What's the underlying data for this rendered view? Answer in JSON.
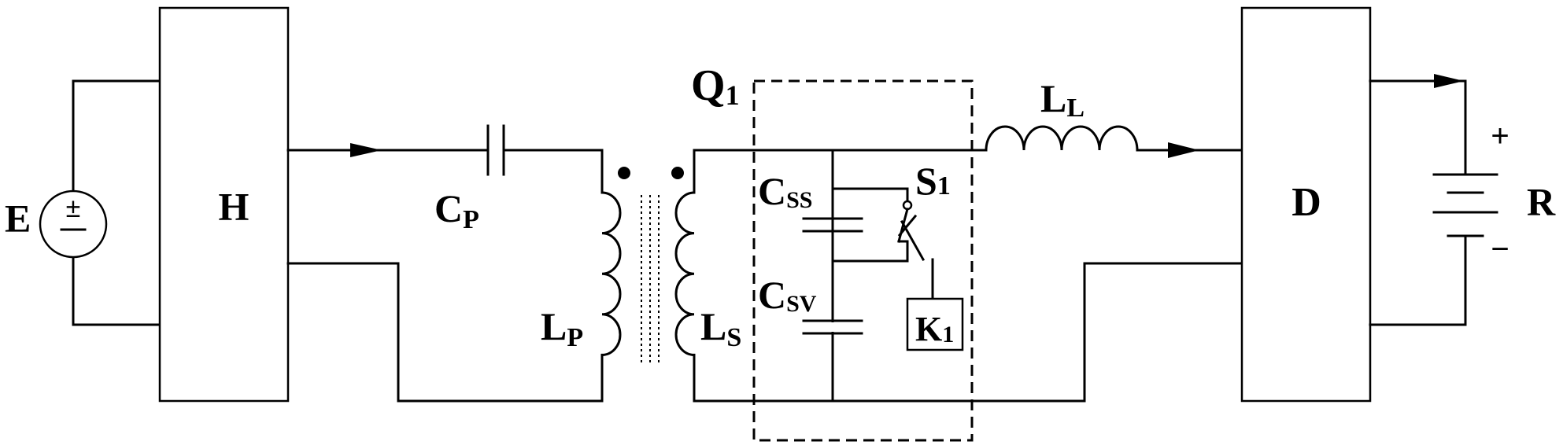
{
  "diagram": {
    "source_label": "E",
    "source_symbol": "±",
    "inverter_label": "H",
    "rectifier_label": "D",
    "primary_cap": {
      "main": "C",
      "sub": "P"
    },
    "primary_coil": {
      "main": "L",
      "sub": "P"
    },
    "secondary_coil": {
      "main": "L",
      "sub": "S"
    },
    "switch_module": {
      "main": "Q",
      "sub": "1"
    },
    "series_cap": {
      "main": "C",
      "sub": "SS"
    },
    "parallel_cap": {
      "main": "C",
      "sub": "SV"
    },
    "switch": {
      "main": "S",
      "sub": "1"
    },
    "relay": {
      "main": "K",
      "sub": "1"
    },
    "filter_inductor": {
      "main": "L",
      "sub": "L"
    },
    "load_label": "R",
    "load_plus": "+",
    "load_minus": "−"
  }
}
